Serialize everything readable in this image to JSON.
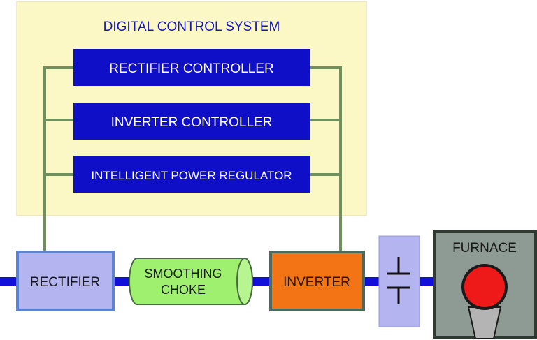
{
  "digital_control_system": {
    "title": "DIGITAL CONTROL SYSTEM",
    "blocks": [
      {
        "id": "rectifier-controller",
        "label": "RECTIFIER CONTROLLER"
      },
      {
        "id": "inverter-controller",
        "label": "INVERTER CONTROLLER"
      },
      {
        "id": "intelligent-power-regulator",
        "label": "INTELLIGENT POWER REGULATOR"
      }
    ]
  },
  "power_chain": {
    "rectifier": "RECTIFIER",
    "choke_line1": "SMOOTHING",
    "choke_line2": "CHOKE",
    "inverter": "INVERTER",
    "furnace": "FURNACE"
  },
  "colors": {
    "control_panel_fill": "#fbf8c6",
    "control_title_text": "#1313c8",
    "controller_block_fill": "#0f0fc8",
    "control_wire": "#6f8f5c",
    "power_line": "#1010d8",
    "rectifier_fill": "#b4b4f0",
    "rectifier_border": "#5c82d2",
    "choke_fill": "#9ef06e",
    "inverter_fill": "#f27414",
    "capacitor_fill": "#b4b4f0",
    "furnace_fill": "#8e9a94",
    "crucible_fill": "#ee1a1a"
  }
}
